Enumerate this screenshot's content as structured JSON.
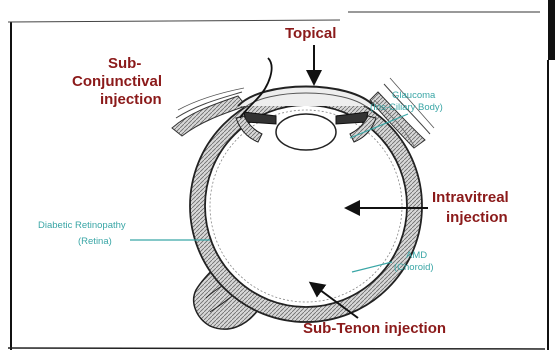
{
  "labels": {
    "topical": "Topical",
    "subconj_line1": "Sub-",
    "subconj_line2": "Conjunctival",
    "subconj_line3": "injection",
    "glaucoma_line1": "Glaucoma",
    "glaucoma_line2": "(Iris-Ciliary Body)",
    "intravitreal_line1": "Intravitreal",
    "intravitreal_line2": "injection",
    "diabetic_line1": "Diabetic Retinopathy",
    "diabetic_line2": "(Retina)",
    "amd_line1": "AMD",
    "amd_line2": "(Choroid)",
    "subtenon": "Sub-Tenon injection"
  },
  "colors": {
    "route_label": "#8b1a1a",
    "disease_label": "#3aa6a6",
    "outline": "#222222",
    "sclera_fill": "#cfcfcf",
    "frame": "#111111"
  }
}
